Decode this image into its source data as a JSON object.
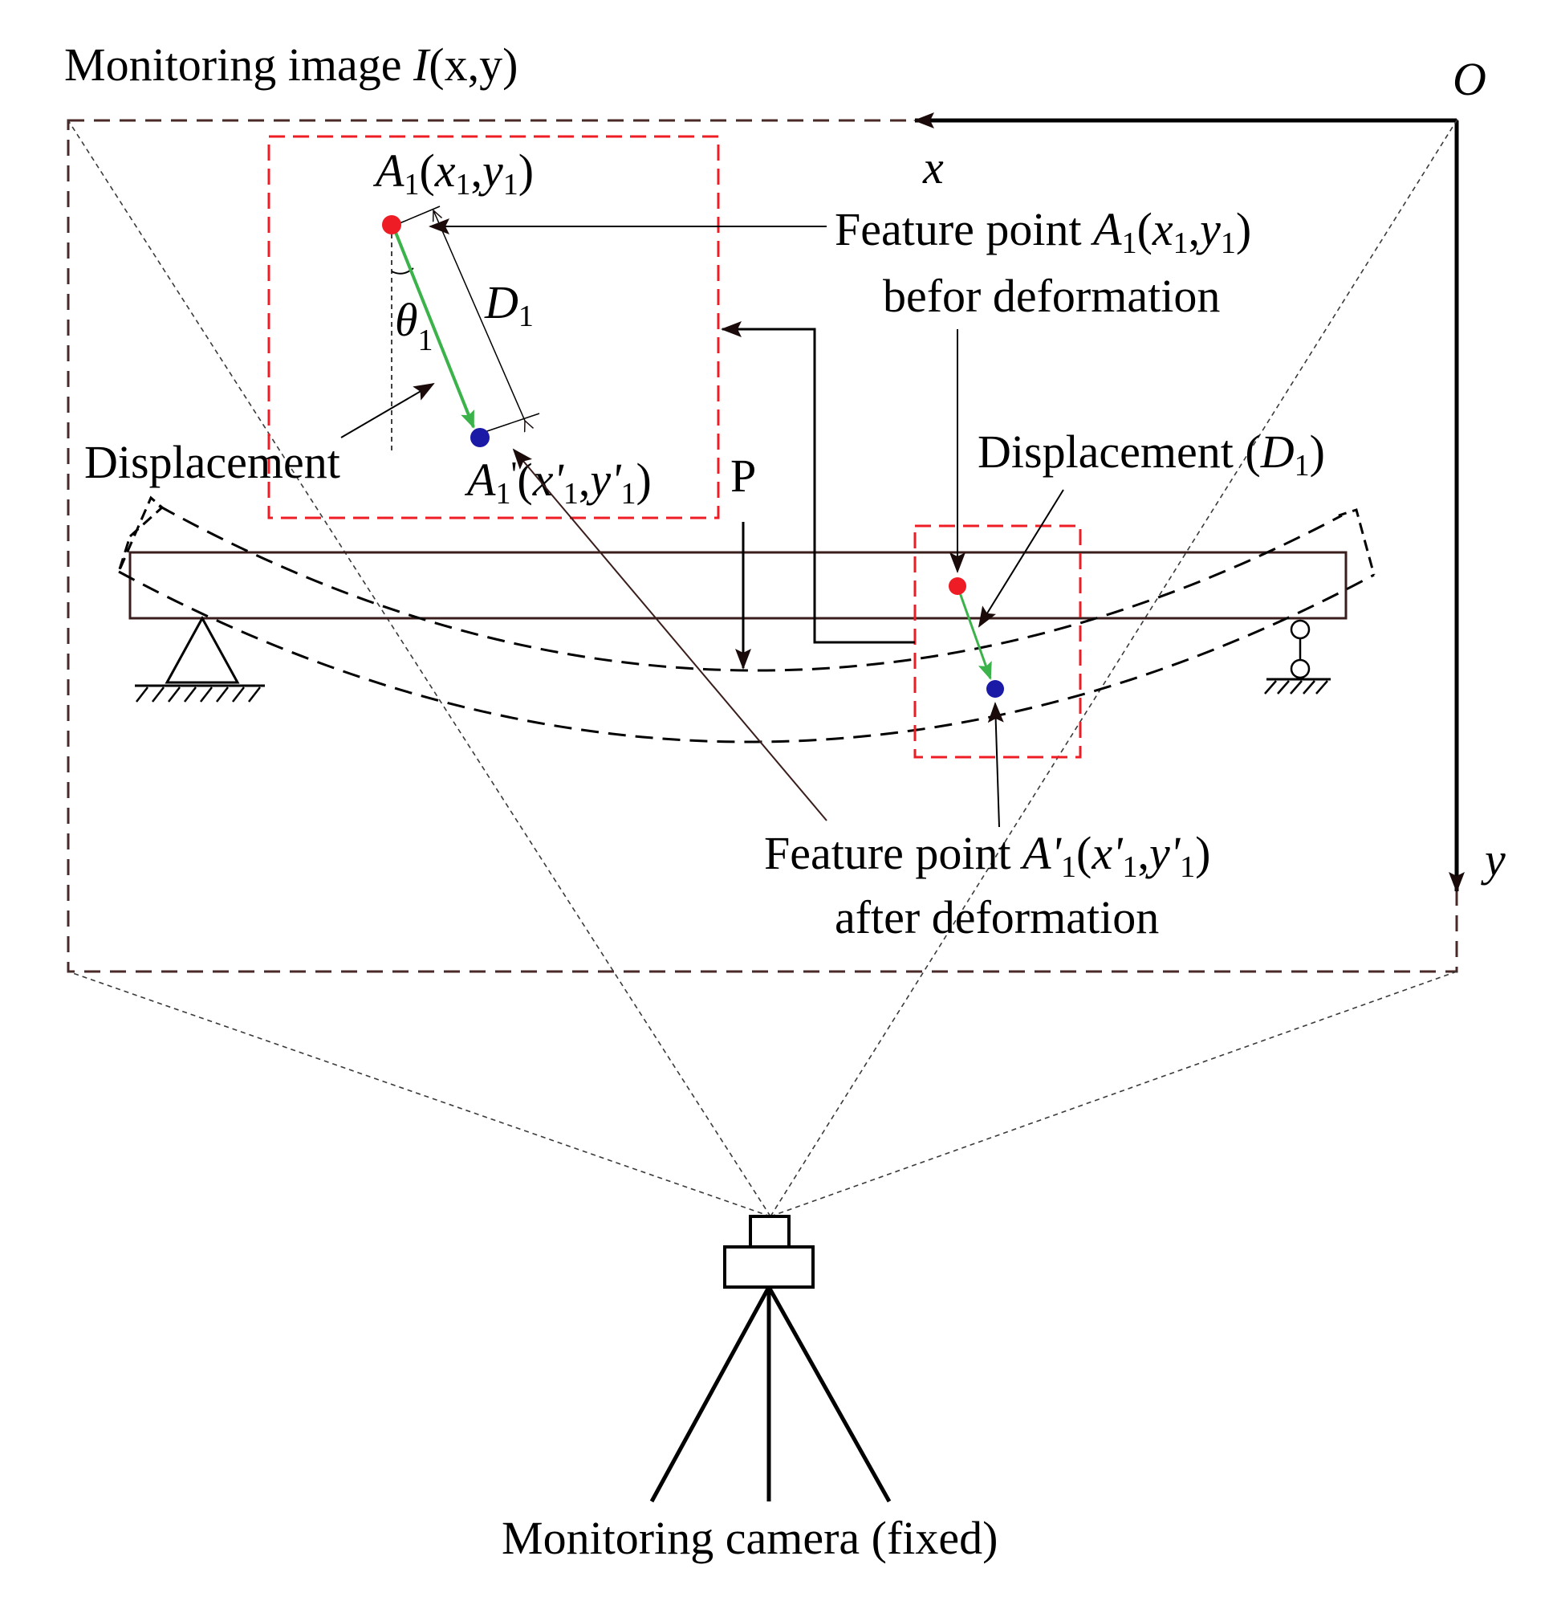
{
  "title": {
    "text": "Monitoring image ",
    "fn": "I",
    "args": "(x,y)"
  },
  "axes": {
    "origin": "O",
    "x": "x",
    "y": "y"
  },
  "zoom_panel": {
    "point_before": {
      "name": "A",
      "sub": "1",
      "coords_open": "(",
      "coord_x": "x",
      "sub_x": "1",
      "comma": ",",
      "coord_y": "y",
      "sub_y": "1",
      "coords_close": ")"
    },
    "point_after": {
      "name": "A",
      "sub": "1",
      "prime": "'",
      "coords_open": "(",
      "coord_x": "x'",
      "sub_x": "1",
      "comma": ",",
      "coord_y": "y'",
      "sub_y": "1",
      "coords_close": ")"
    },
    "distance": {
      "sym": "D",
      "sub": "1"
    },
    "angle": {
      "sym": "θ",
      "sub": "1"
    },
    "displacement_label": "Displacement"
  },
  "callouts": {
    "feature_before_line1_pre": "Feature point ",
    "feature_before_sym": "A",
    "feature_before_sub": "1",
    "feature_before_coords_open": "(",
    "feature_before_x": "x",
    "feature_before_x_sub": "1",
    "feature_before_comma": ",",
    "feature_before_y": "y",
    "feature_before_y_sub": "1",
    "feature_before_coords_close": ")",
    "feature_before_line2": "befor deformation",
    "displacement_pre": "Displacement (",
    "displacement_sym": "D",
    "displacement_sub": "1",
    "displacement_post": ")",
    "feature_after_line1_pre": "Feature point ",
    "feature_after_sym": "A'",
    "feature_after_sub": "1",
    "feature_after_coords_open": "(",
    "feature_after_x": "x'",
    "feature_after_x_sub": "1",
    "feature_after_comma": ",",
    "feature_after_y": "y'",
    "feature_after_y_sub": "1",
    "feature_after_coords_close": ")",
    "feature_after_line2": "after deformation"
  },
  "load_label": "P",
  "camera_label": "Monitoring camera (fixed)",
  "colors": {
    "point_before": "#ee1c24",
    "point_after": "#1a1aa6",
    "displacement_vector": "#3cb34a",
    "zoom_box": "#ee1c24",
    "frame": "#4a2a28"
  }
}
